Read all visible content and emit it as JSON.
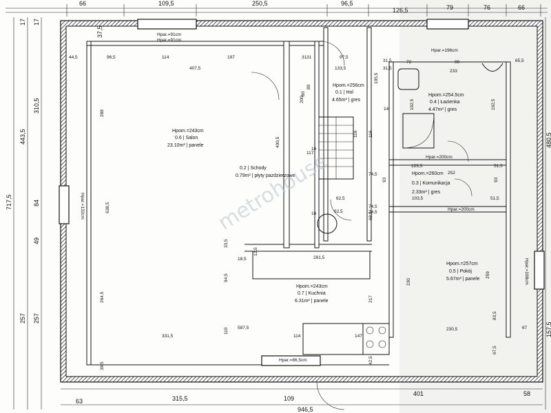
{
  "watermark": "metrohouse",
  "rooms": [
    {
      "id": "salon",
      "hpom": "Hpom.=243cm",
      "name": "0.6 | Salon",
      "area": "23.10m² | panele"
    },
    {
      "id": "schody",
      "name": "0.2 | Schody",
      "area": "0.79m² | płyty pazdzierzowe"
    },
    {
      "id": "hol",
      "hpom": "Hpom.=256cm",
      "name": "0.1 | Hol",
      "area": "4.65m² | gres"
    },
    {
      "id": "lazienka",
      "hpom": "Hpom.=254.5cm",
      "name": "0.4 | Łazienka",
      "area": "4.47m² | gres"
    },
    {
      "id": "komunikacja",
      "hpom": "Hpom.=260cm",
      "name": "0.3 | Komunikacja",
      "area": "2.33m² | gres"
    },
    {
      "id": "pokoj",
      "hpom": "Hpom.=257cm",
      "name": "0.5 | Pokój",
      "area": "5.67m² | panele"
    },
    {
      "id": "kuchnia",
      "hpom": "Hpom.=243cm",
      "name": "0.7 | Kuchnia",
      "area": "6.31m² | panele"
    }
  ],
  "dims_top": [
    "66",
    "109,5",
    "250,5",
    "96,5",
    "126,5",
    "79",
    "76",
    "66"
  ],
  "dims_left": [
    "17",
    "17",
    "37,5",
    "443,5",
    "310,5",
    "717,5",
    "84",
    "49",
    "257",
    "257"
  ],
  "dims_right": [
    "480,5",
    "157,5"
  ],
  "dims_bottom": [
    "63",
    "315,5",
    "109",
    "946,5",
    "401",
    "58"
  ],
  "inner_labels": [
    "44,5",
    "96,5",
    "114",
    "197",
    "31",
    "31",
    "407,5",
    "97,5",
    "133,5",
    "31,5",
    "31,5",
    "72",
    "90",
    "65,5",
    "233",
    "288",
    "400,5",
    "638,5",
    "16",
    "16",
    "74,5",
    "74,5",
    "62,5",
    "62,5",
    "74,5",
    "68,5",
    "123,5",
    "252",
    "51,5",
    "51,5",
    "103,5",
    "93",
    "93",
    "192,5",
    "192,5",
    "116",
    "116",
    "105,5",
    "14",
    "89",
    "80",
    "200",
    "117",
    "230",
    "259",
    "264,5",
    "94,5",
    "281,5",
    "587,5",
    "331,5",
    "110",
    "114",
    "217",
    "230,5",
    "67",
    "67,5",
    "83,5",
    "42,5",
    "147",
    "39,5",
    "18,5",
    "12,5",
    "33,5"
  ],
  "windows": [
    "Hpar.=91cm",
    "Hpar.=91cm",
    "Hpar.=196cm",
    "Hpar.=132cm",
    "Hpar.=198cm",
    "Hpar.=86,5cm"
  ],
  "doors": [
    "Hpar.=200cm",
    "Hpar.=200cm"
  ]
}
